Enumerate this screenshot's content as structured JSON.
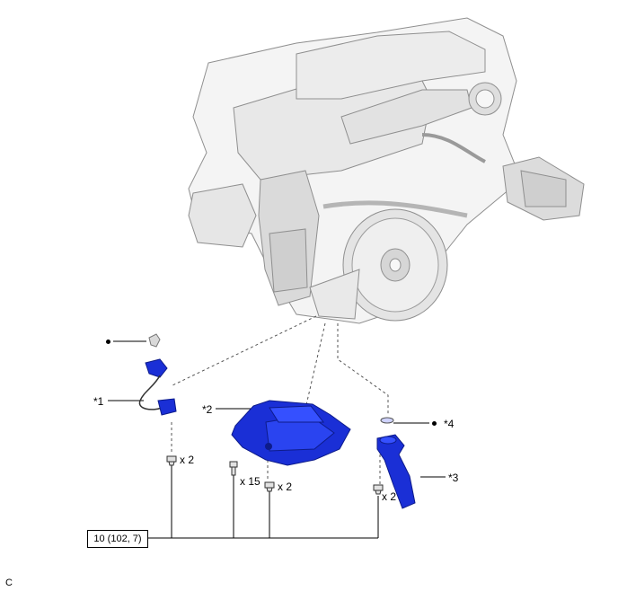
{
  "diagram": {
    "colors": {
      "part": "#1a2fd6",
      "part_dark": "#0d1b8a",
      "engine": "#f2f2f2",
      "engine_edge": "#9a9a9a"
    },
    "callouts": {
      "sensor": "*1",
      "oil_pan": "*2",
      "oil_strainer": "*3",
      "gasket": "*4"
    },
    "quantities": {
      "sensor_bolts": "x 2",
      "pan_bolts": "x 15",
      "pan_nuts": "x 2",
      "strainer_bolts": "x 2"
    },
    "torque_spec": "10 (102, 7)",
    "figure_code": "C"
  }
}
